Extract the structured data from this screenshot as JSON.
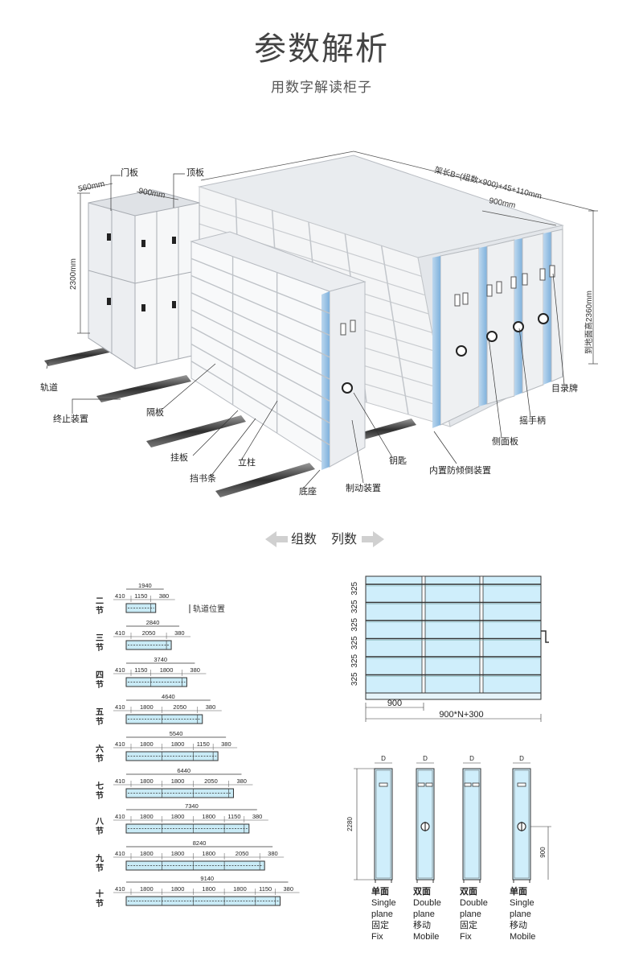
{
  "header": {
    "title": "参数解析",
    "subtitle": "用数字解读柜子"
  },
  "top_diagram": {
    "dim_depth": "560mm",
    "dim_width": "900mm",
    "dim_height": "2300mm",
    "dim_length_formula": "架长B=(组数×900)+45+110mm",
    "dim_width2": "900mm",
    "dim_ground_height": "到地面高2360mm",
    "labels": {
      "door": "门板",
      "top": "顶板",
      "rail": "轨道",
      "stop": "终止装置",
      "shelf": "隔板",
      "hang": "挂板",
      "book_stop": "挡书条",
      "column": "立柱",
      "base": "底座",
      "brake": "制动装置",
      "key": "钥匙",
      "anti_tilt": "内置防倾倒装置",
      "side_panel": "侧面板",
      "crank": "摇手柄",
      "catalog": "目录牌"
    }
  },
  "section_switch": {
    "left": "组数",
    "right": "列数"
  },
  "rail_note": "轨道位置",
  "group_configs": [
    {
      "label": "二节",
      "total": "1940",
      "left": "410",
      "segs": [
        "1150"
      ],
      "right": "380"
    },
    {
      "label": "三节",
      "total": "2840",
      "left": "410",
      "segs": [
        "2050"
      ],
      "right": "380"
    },
    {
      "label": "四节",
      "total": "3740",
      "left": "410",
      "segs": [
        "1150",
        "1800"
      ],
      "right": "380"
    },
    {
      "label": "五节",
      "total": "4640",
      "left": "410",
      "segs": [
        "1800",
        "2050"
      ],
      "right": "380"
    },
    {
      "label": "六节",
      "total": "5540",
      "left": "410",
      "segs": [
        "1800",
        "1800",
        "1150"
      ],
      "right": "380"
    },
    {
      "label": "七节",
      "total": "6440",
      "left": "410",
      "segs": [
        "1800",
        "1800",
        "2050"
      ],
      "right": "380"
    },
    {
      "label": "八节",
      "total": "7340",
      "left": "410",
      "segs": [
        "1800",
        "1800",
        "1800",
        "1150"
      ],
      "right": "380"
    },
    {
      "label": "九节",
      "total": "8240",
      "left": "410",
      "segs": [
        "1800",
        "1800",
        "1800",
        "2050"
      ],
      "right": "380"
    },
    {
      "label": "十节",
      "total": "9140",
      "left": "410",
      "segs": [
        "1800",
        "1800",
        "1800",
        "1800",
        "1150"
      ],
      "right": "380"
    }
  ],
  "front_view": {
    "row_heights": [
      "325",
      "325",
      "325",
      "325",
      "325",
      "325"
    ],
    "col_width": "900",
    "total_width": "900*N+300"
  },
  "side_views": {
    "height": "2280",
    "handle_height": "900",
    "depth_mark": "D",
    "types": [
      {
        "cn1": "单面",
        "en1": "Single",
        "en2": "plane",
        "cn2": "固定",
        "en3": "Fix"
      },
      {
        "cn1": "双面",
        "en1": "Double",
        "en2": "plane",
        "cn2": "移动",
        "en3": "Mobile"
      },
      {
        "cn1": "双面",
        "en1": "Double",
        "en2": "plane",
        "cn2": "固定",
        "en3": "Fix"
      },
      {
        "cn1": "单面",
        "en1": "Single",
        "en2": "plane",
        "cn2": "移动",
        "en3": "Mobile"
      }
    ]
  }
}
